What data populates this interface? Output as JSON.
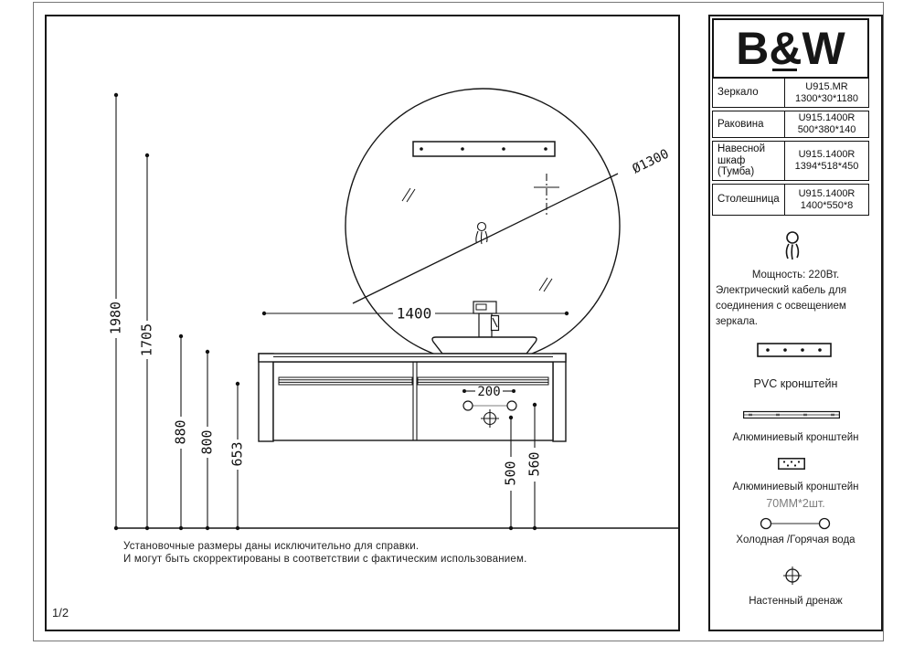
{
  "page_number": "1/2",
  "logo_text": "B&W",
  "spec_table": {
    "rows": [
      {
        "label": "Зеркало",
        "model": "U915.MR",
        "size": "1300*30*1180"
      },
      {
        "label": "Раковина",
        "model": "U915.1400R",
        "size": "500*380*140"
      },
      {
        "label": "Навесной шкаф (Тумба)",
        "model": "U915.1400R",
        "size": "1394*518*450"
      },
      {
        "label": "Столешница",
        "model": "U915.1400R",
        "size": "1400*550*8"
      }
    ]
  },
  "legend": {
    "power_title": "Мощность: 220Вт.",
    "power_line1": "Электрический кабель для",
    "power_line2": "соединения с освещением",
    "power_line3": "зеркала.",
    "pvc_label": "PVC кронштейн",
    "alu_bar_label": "Алюминиевый кронштейн",
    "alu_small_label": "Алюминиевый кронштейн",
    "alu_small_qty": "70MM*2шт.",
    "water_label": "Холодная /Горячая вода",
    "drain_label": "Настенный дренаж"
  },
  "note": {
    "line1": "Установочные размеры даны исключительно для справки.",
    "line2": "И могут быть скорректированы в соответствии с фактическим использованием."
  },
  "dimensions": {
    "total_height": "1980",
    "mirror_top_height": "1705",
    "countertop_height": "880",
    "cabinet_top_height": "800",
    "cabinet_bottom_height": "653",
    "cabinet_width": "1400",
    "supply_spacing": "200",
    "drain_height": "500",
    "supply_height": "560",
    "mirror_diameter": "Ø1300"
  }
}
